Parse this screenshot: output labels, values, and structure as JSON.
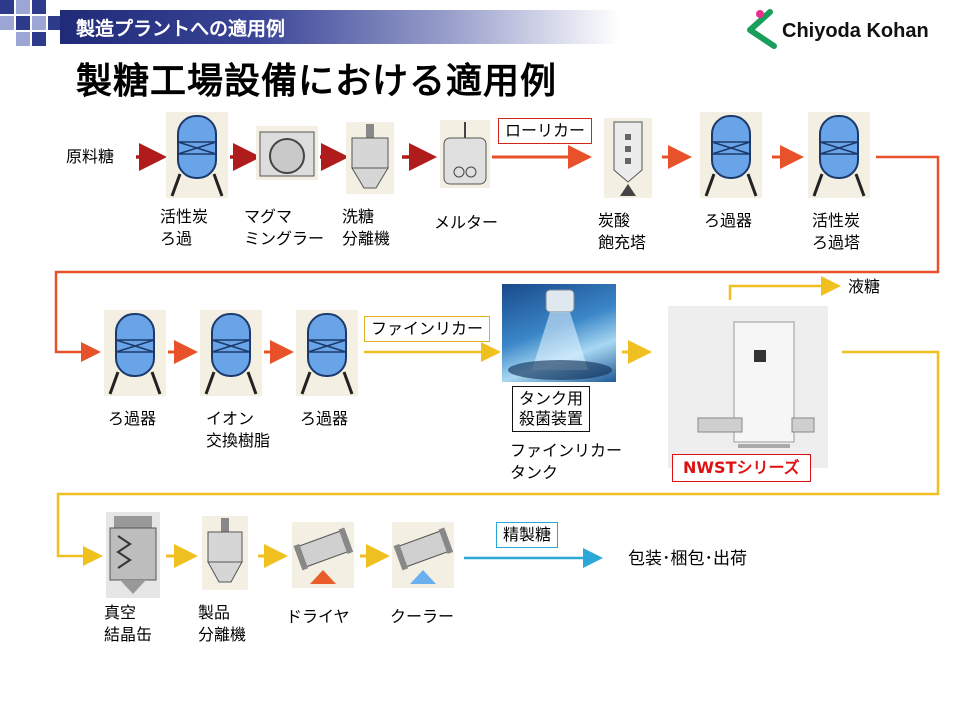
{
  "header": {
    "section_title": "製造プラントへの適用例",
    "logo_text": "Chiyoda Kohan",
    "main_title": "製糖工場設備における適用例"
  },
  "colors": {
    "red_arrow": "#b01c1c",
    "orange_arrow": "#e8522a",
    "yellow_arrow": "#f0c020",
    "blue_arrow": "#2aa8d8",
    "vessel_blue": "#6aa4e8",
    "band_blue": "#1f2a78",
    "nwst_red": "#dd1111"
  },
  "flow": {
    "raw_sugar": "原料糖",
    "row1": {
      "activated_carbon_filter_1": "活性炭\nろ過",
      "magma_mingler": "マグマ\nミングラー",
      "sugar_washing_separator": "洗糖\n分離機",
      "melter": "メルター",
      "raw_liquor_tag": "ローリカー",
      "carbonation_tower": "炭酸\n飽充塔",
      "filter_1": "ろ過器",
      "activated_carbon_filter_2": "活性炭\nろ過塔"
    },
    "row2": {
      "filter_2": "ろ過器",
      "ion_exchange_resin": "イオン\n交換樹脂",
      "filter_3": "ろ過器",
      "fine_liquor_tag": "ファインリカー",
      "tank_sterilizer_tag": "タンク用\n殺菌装置",
      "fine_liquor_tank": "ファインリカー\nタンク",
      "nwst_series": "NWSTシリーズ",
      "liquid_sugar": "液糖"
    },
    "row3": {
      "vacuum_crystallizer": "真空\n結晶缶",
      "product_separator": "製品\n分離機",
      "dryer": "ドライヤ",
      "cooler": "クーラー",
      "refined_sugar_tag": "精製糖",
      "packaging": "包装･梱包･出荷"
    }
  }
}
